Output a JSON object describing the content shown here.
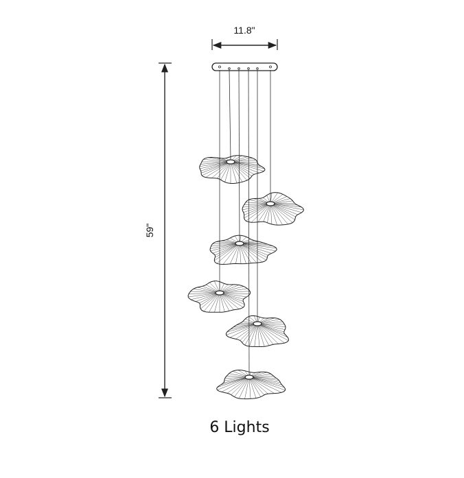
{
  "dimensions": {
    "width_label": "11.8\"",
    "height_label": "59\""
  },
  "caption": "6 Lights",
  "colors": {
    "line": "#222222",
    "background": "#ffffff"
  }
}
